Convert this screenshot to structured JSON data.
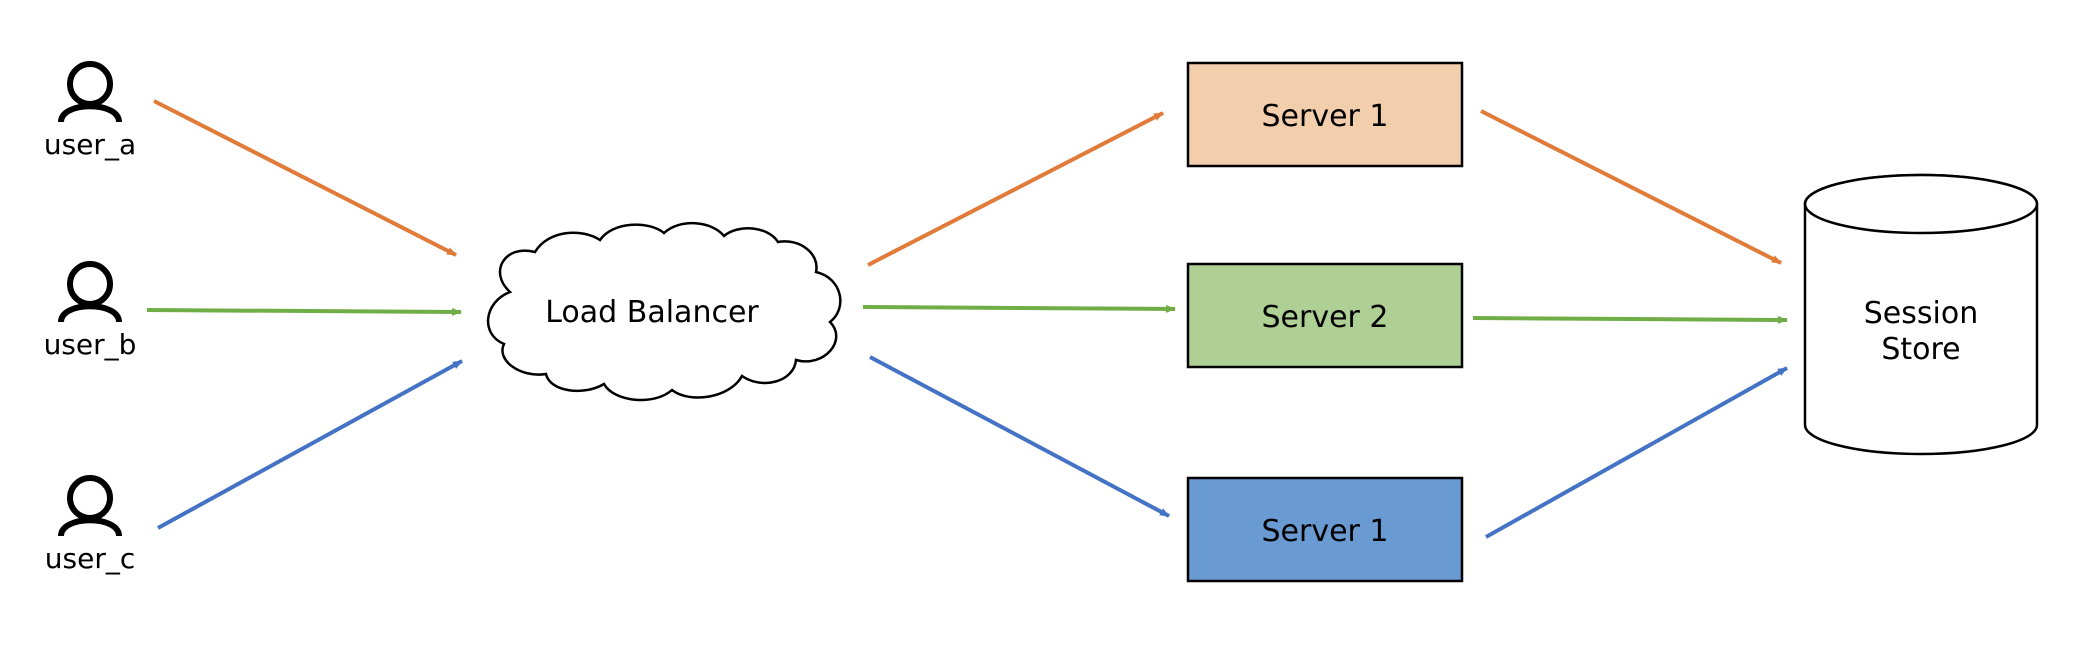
{
  "colors": {
    "orange": "#E07B39",
    "green": "#70AD47",
    "blue": "#4472C4",
    "server_orange_fill": "#F2CEAD",
    "server_green_fill": "#AFD095",
    "server_blue_fill": "#6A9AD2",
    "stroke": "#000000",
    "background": "#FFFFFF"
  },
  "users": [
    {
      "label": "user_a",
      "icon": "user-icon"
    },
    {
      "label": "user_b",
      "icon": "user-icon"
    },
    {
      "label": "user_c",
      "icon": "user-icon"
    }
  ],
  "load_balancer": {
    "label": "Load Balancer",
    "shape": "cloud"
  },
  "servers": [
    {
      "label": "Server 1",
      "color": "orange"
    },
    {
      "label": "Server 2",
      "color": "green"
    },
    {
      "label": "Server 1",
      "color": "blue"
    }
  ],
  "session_store": {
    "line1": "Session",
    "line2": "Store",
    "shape": "cylinder"
  }
}
